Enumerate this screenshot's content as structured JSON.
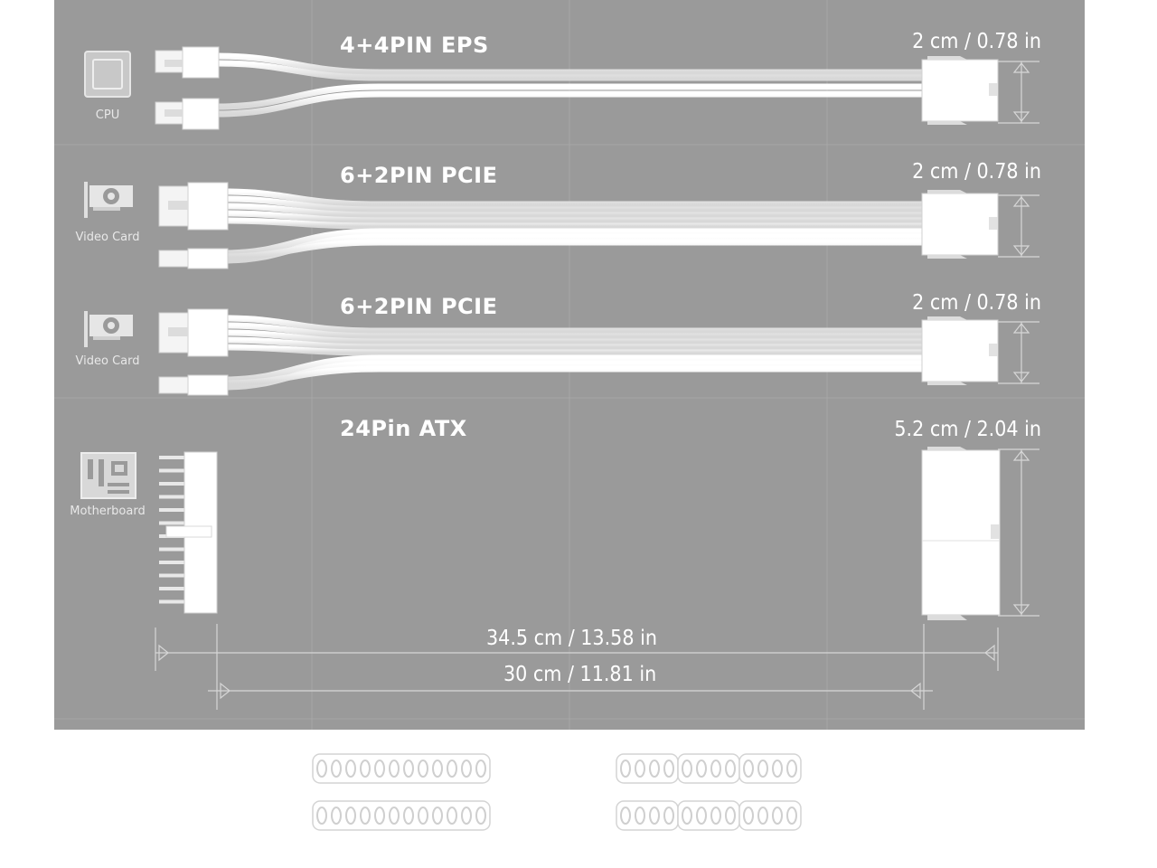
{
  "cables": [
    {
      "name": "4+4PIN EPS",
      "height_dim": "2 cm  /  0.78 in",
      "icon_label": "CPU"
    },
    {
      "name": "6+2PIN PCIE",
      "height_dim": "2 cm  /  0.78 in",
      "icon_label": "Video Card"
    },
    {
      "name": "6+2PIN PCIE",
      "height_dim": "2 cm  /  0.78 in",
      "icon_label": "Video Card"
    },
    {
      "name": "24Pin ATX",
      "height_dim": "5.2 cm  /  2.04 in",
      "icon_label": "Motherboard"
    }
  ],
  "length_dims": {
    "total": "34.5 cm  /  13.58 in",
    "cable": "30 cm  /  11.81 in"
  },
  "colors": {
    "background": "#9a9a9a",
    "cable": "#f2f2f2",
    "connector": "#ffffff",
    "dimension_line": "#d6d6d6"
  },
  "icons": [
    "cpu-icon",
    "video-card-icon",
    "video-card-icon",
    "motherboard-icon",
    "cable-comb-icon"
  ]
}
